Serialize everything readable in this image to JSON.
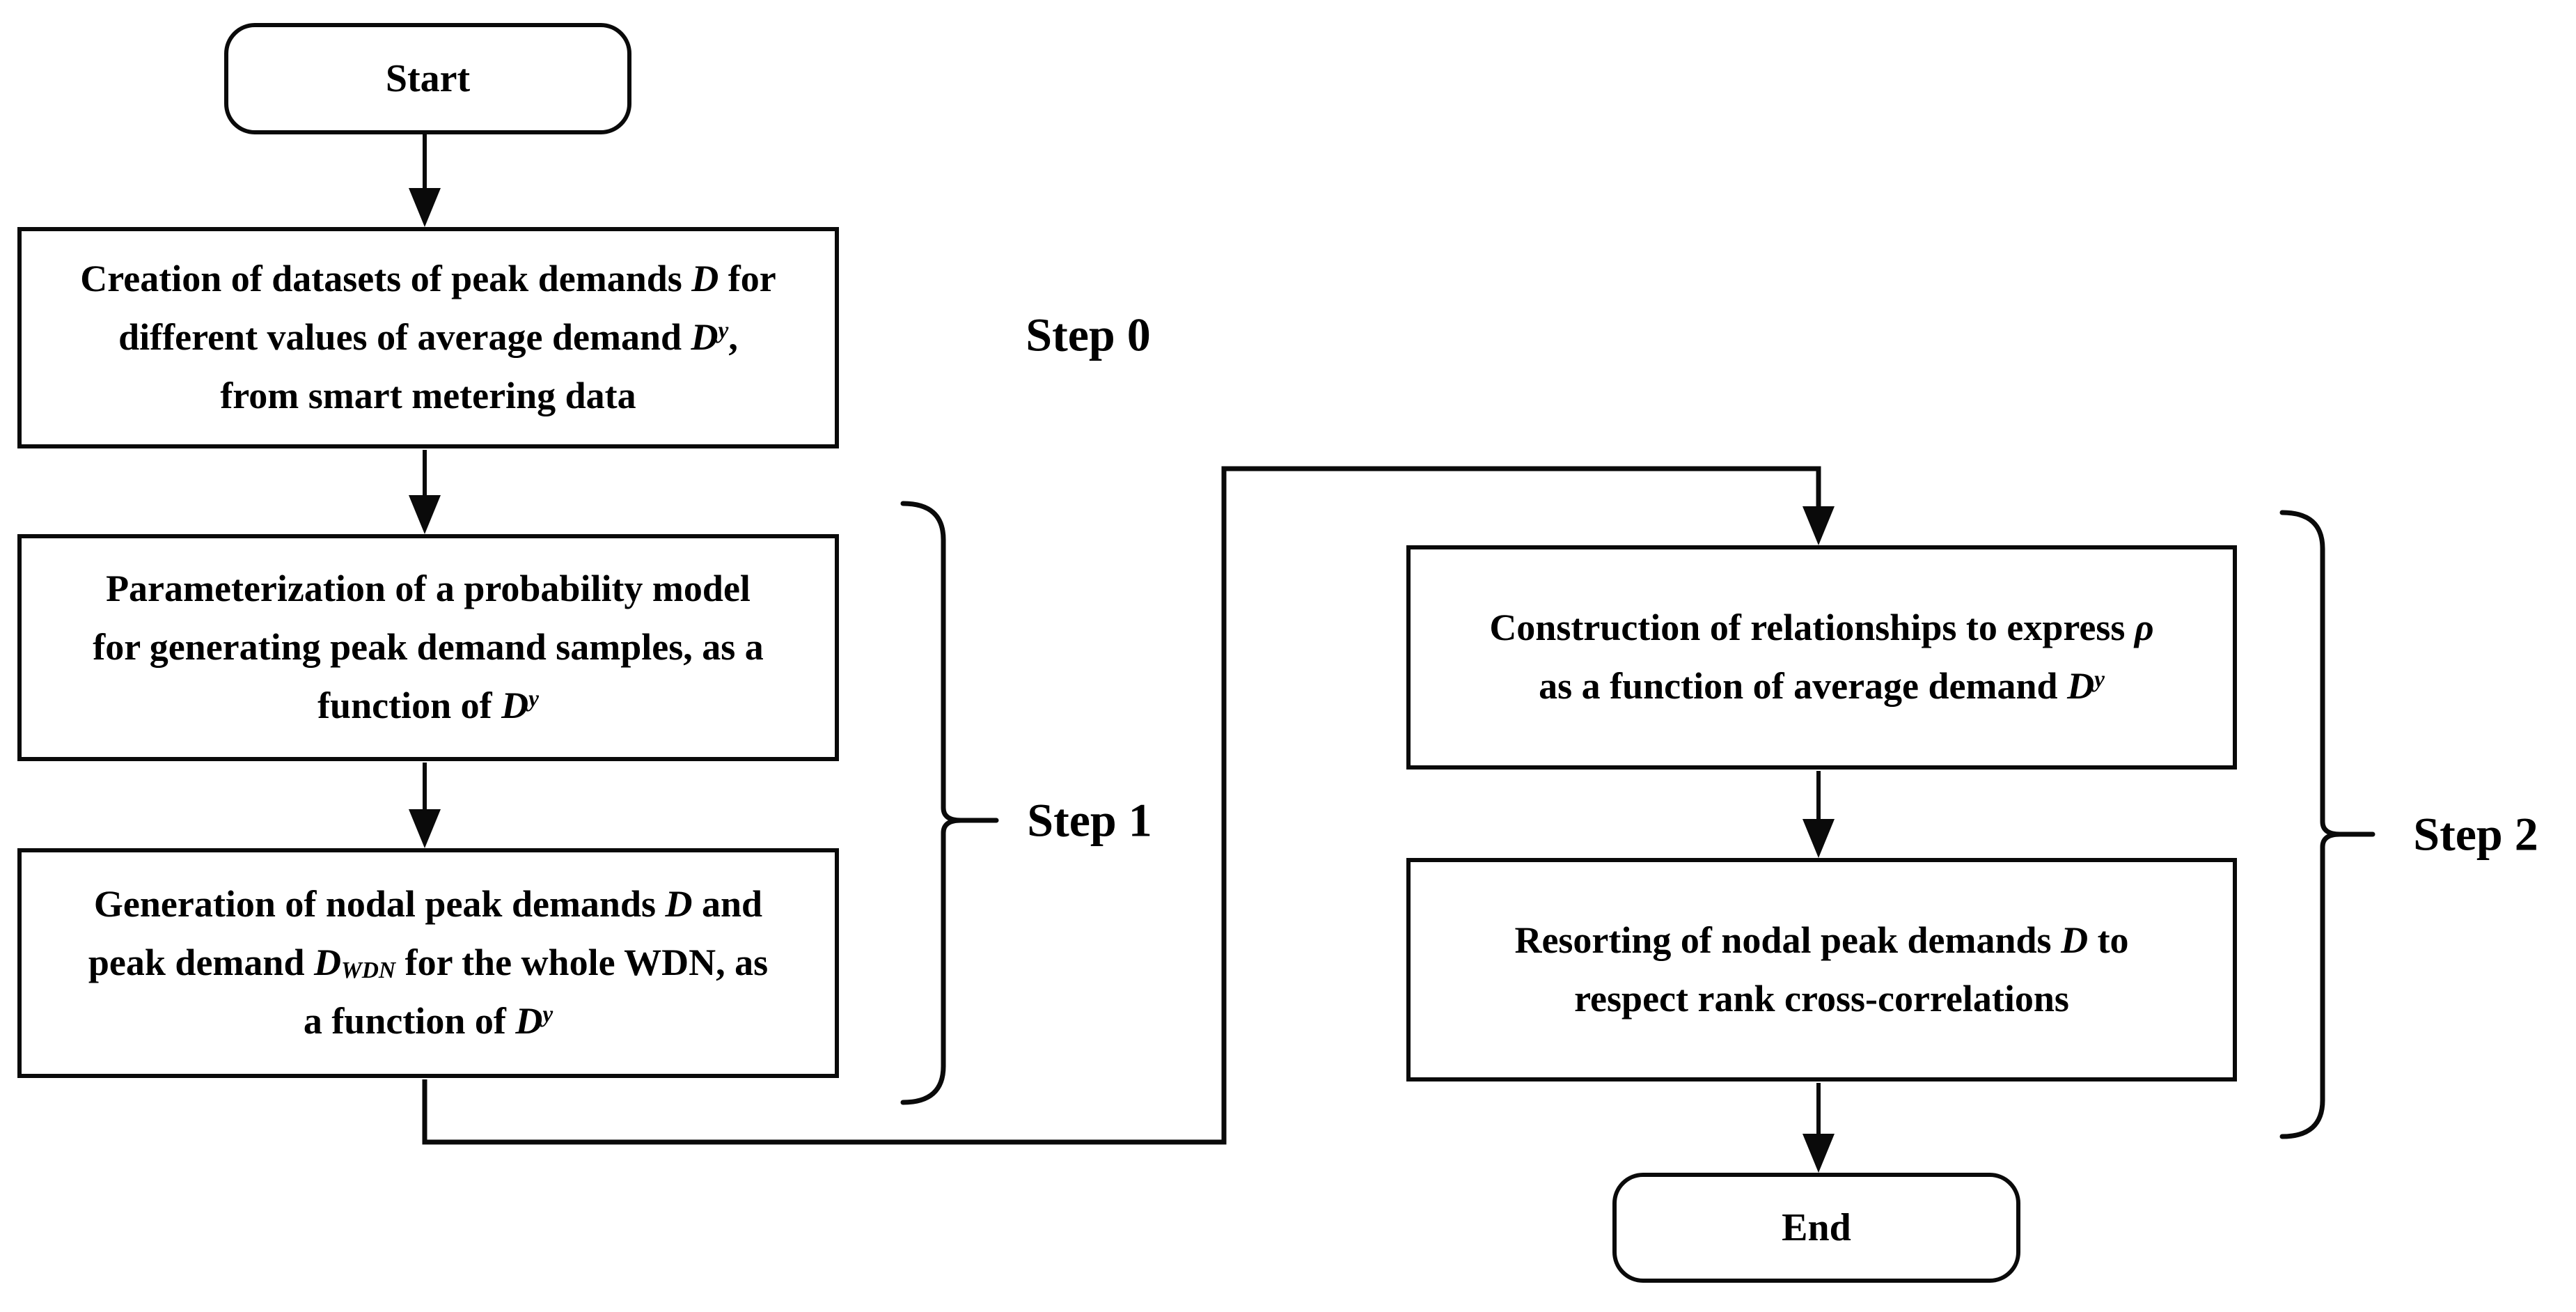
{
  "diagram": {
    "colors": {
      "background": "#ffffff",
      "ink": "#0a0a0a"
    },
    "nodes": {
      "start": {
        "label": "Start"
      },
      "datasets": {
        "lines": [
          [
            [
              "n",
              "Creation of datasets of peak demands "
            ],
            [
              "i",
              "D"
            ],
            [
              "n",
              " for"
            ]
          ],
          [
            [
              "n",
              "different values of average demand "
            ],
            [
              "i",
              "D"
            ],
            [
              "sup",
              "y"
            ],
            [
              "n",
              ","
            ]
          ],
          [
            [
              "n",
              "from smart metering data"
            ]
          ]
        ]
      },
      "parameterization": {
        "lines": [
          [
            [
              "n",
              "Parameterization of a probability model"
            ]
          ],
          [
            [
              "n",
              "for generating peak demand samples, as a"
            ]
          ],
          [
            [
              "n",
              "function of "
            ],
            [
              "i",
              "D"
            ],
            [
              "sup",
              "y"
            ]
          ]
        ]
      },
      "generation": {
        "lines": [
          [
            [
              "n",
              "Generation of nodal peak demands "
            ],
            [
              "i",
              "D"
            ],
            [
              "n",
              " and"
            ]
          ],
          [
            [
              "n",
              "peak demand "
            ],
            [
              "i",
              "D"
            ],
            [
              "sub",
              "WDN"
            ],
            [
              "n",
              " for the whole WDN, as"
            ]
          ],
          [
            [
              "n",
              "a function of "
            ],
            [
              "i",
              "D"
            ],
            [
              "sup",
              "y"
            ]
          ]
        ]
      },
      "construction": {
        "lines": [
          [
            [
              "n",
              "Construction of relationships to express "
            ],
            [
              "i",
              "ρ"
            ]
          ],
          [
            [
              "n",
              "as a function of average demand "
            ],
            [
              "i",
              "D"
            ],
            [
              "sup",
              "y"
            ]
          ]
        ]
      },
      "resorting": {
        "lines": [
          [
            [
              "n",
              "Resorting of nodal peak demands "
            ],
            [
              "i",
              "D"
            ],
            [
              "n",
              " to"
            ]
          ],
          [
            [
              "n",
              "respect rank cross-correlations"
            ]
          ]
        ]
      },
      "end": {
        "label": "End"
      }
    },
    "step_labels": {
      "step0": "Step 0",
      "step1": "Step 1",
      "step2": "Step 2"
    }
  }
}
